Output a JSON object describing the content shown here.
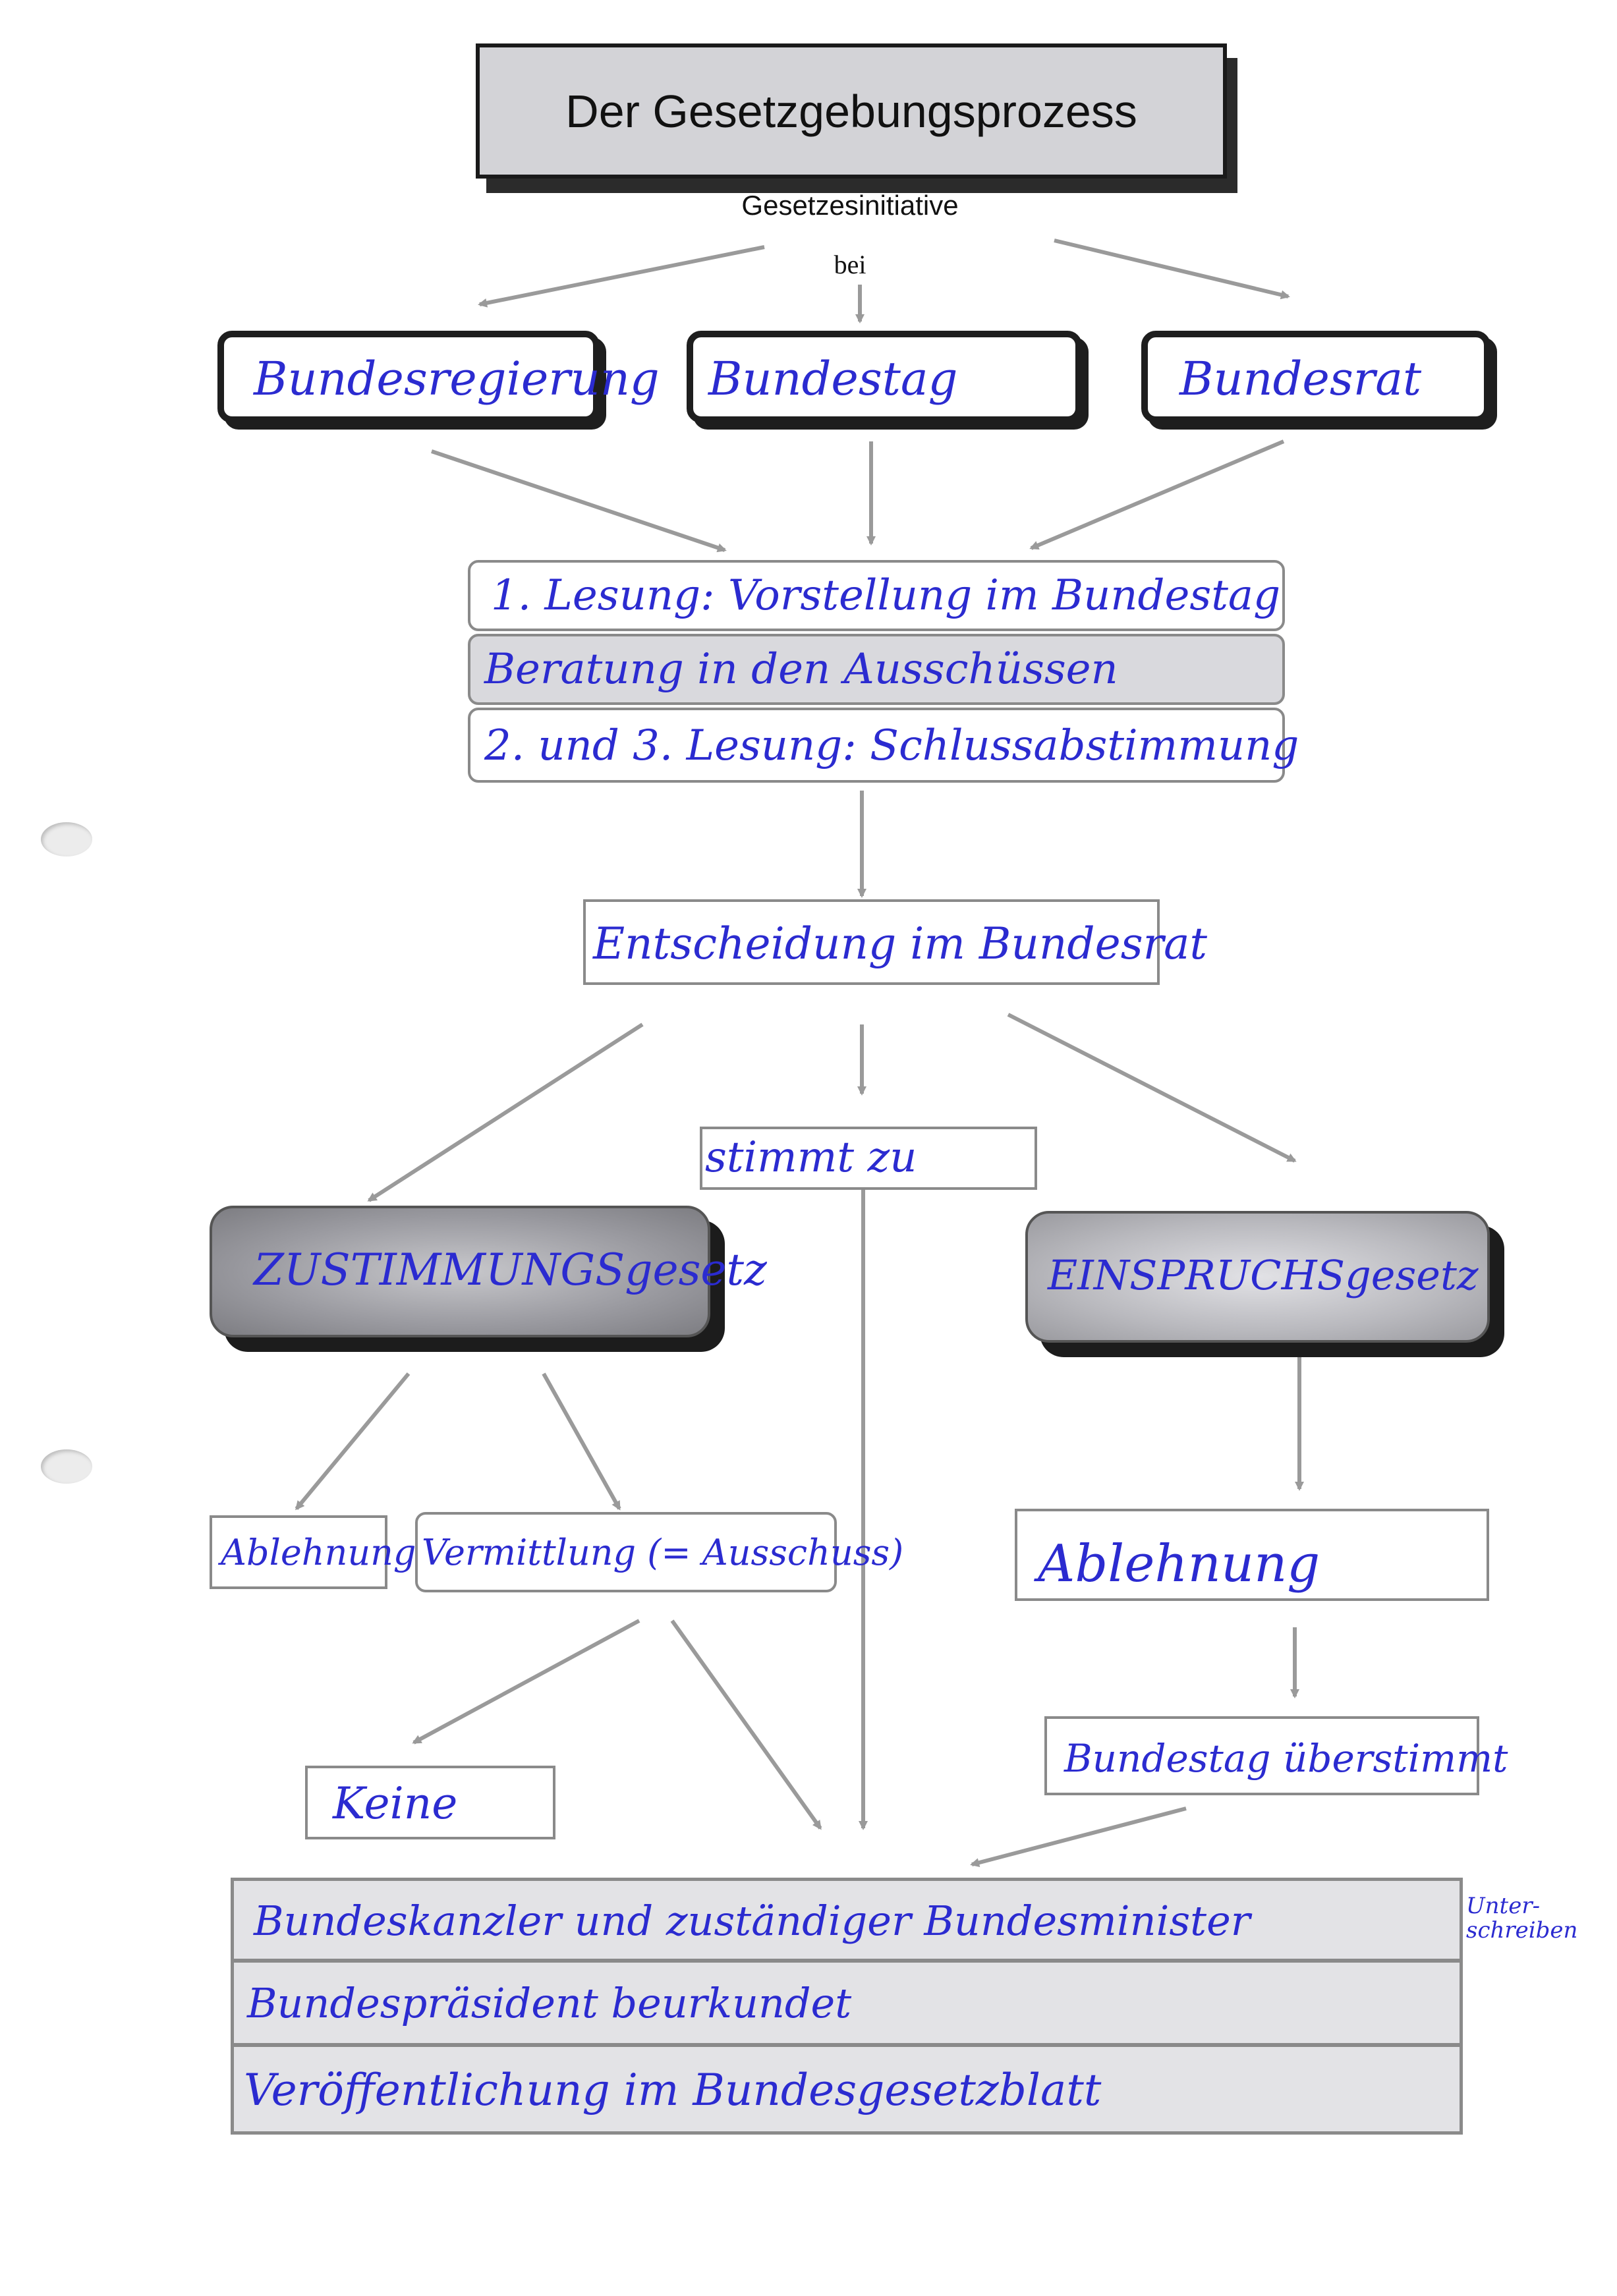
{
  "title": "Der Gesetzgebungsprozess",
  "initiative": {
    "label": "Gesetzesinitiative",
    "connector": "bei"
  },
  "initiators": [
    "Bundesregierung",
    "Bundestag",
    "Bundesrat"
  ],
  "readings": [
    "1. Lesung: Vorstellung im Bundestag",
    "Beratung in den Ausschüssen",
    "2. und 3. Lesung: Schlussabstimmung"
  ],
  "bundesrat_decision": "Entscheidung im Bundesrat",
  "agrees": "stimmt zu",
  "zustimmung": {
    "title": "ZUSTIMMUNGSgesetz",
    "rejection": "Ablehnung",
    "mediation": "Vermittlung (= Ausschuss)",
    "none": "Keine"
  },
  "einspruch": {
    "title": "EINSPRUCHSgesetz",
    "rejection": "Ablehnung",
    "override": "Bundestag überstimmt"
  },
  "final_steps": [
    "Bundeskanzler und zuständiger Bundesminister",
    "Bundespräsident beurkundet",
    "Veröffentlichung im Bundesgesetzblatt"
  ],
  "final_margin_note": "Unter-schreiben",
  "colors": {
    "ink": "#2b2bd0",
    "box_border": "#8a8a8a",
    "dark": "#1e1e1e",
    "arrow": "#9a9a9a"
  }
}
